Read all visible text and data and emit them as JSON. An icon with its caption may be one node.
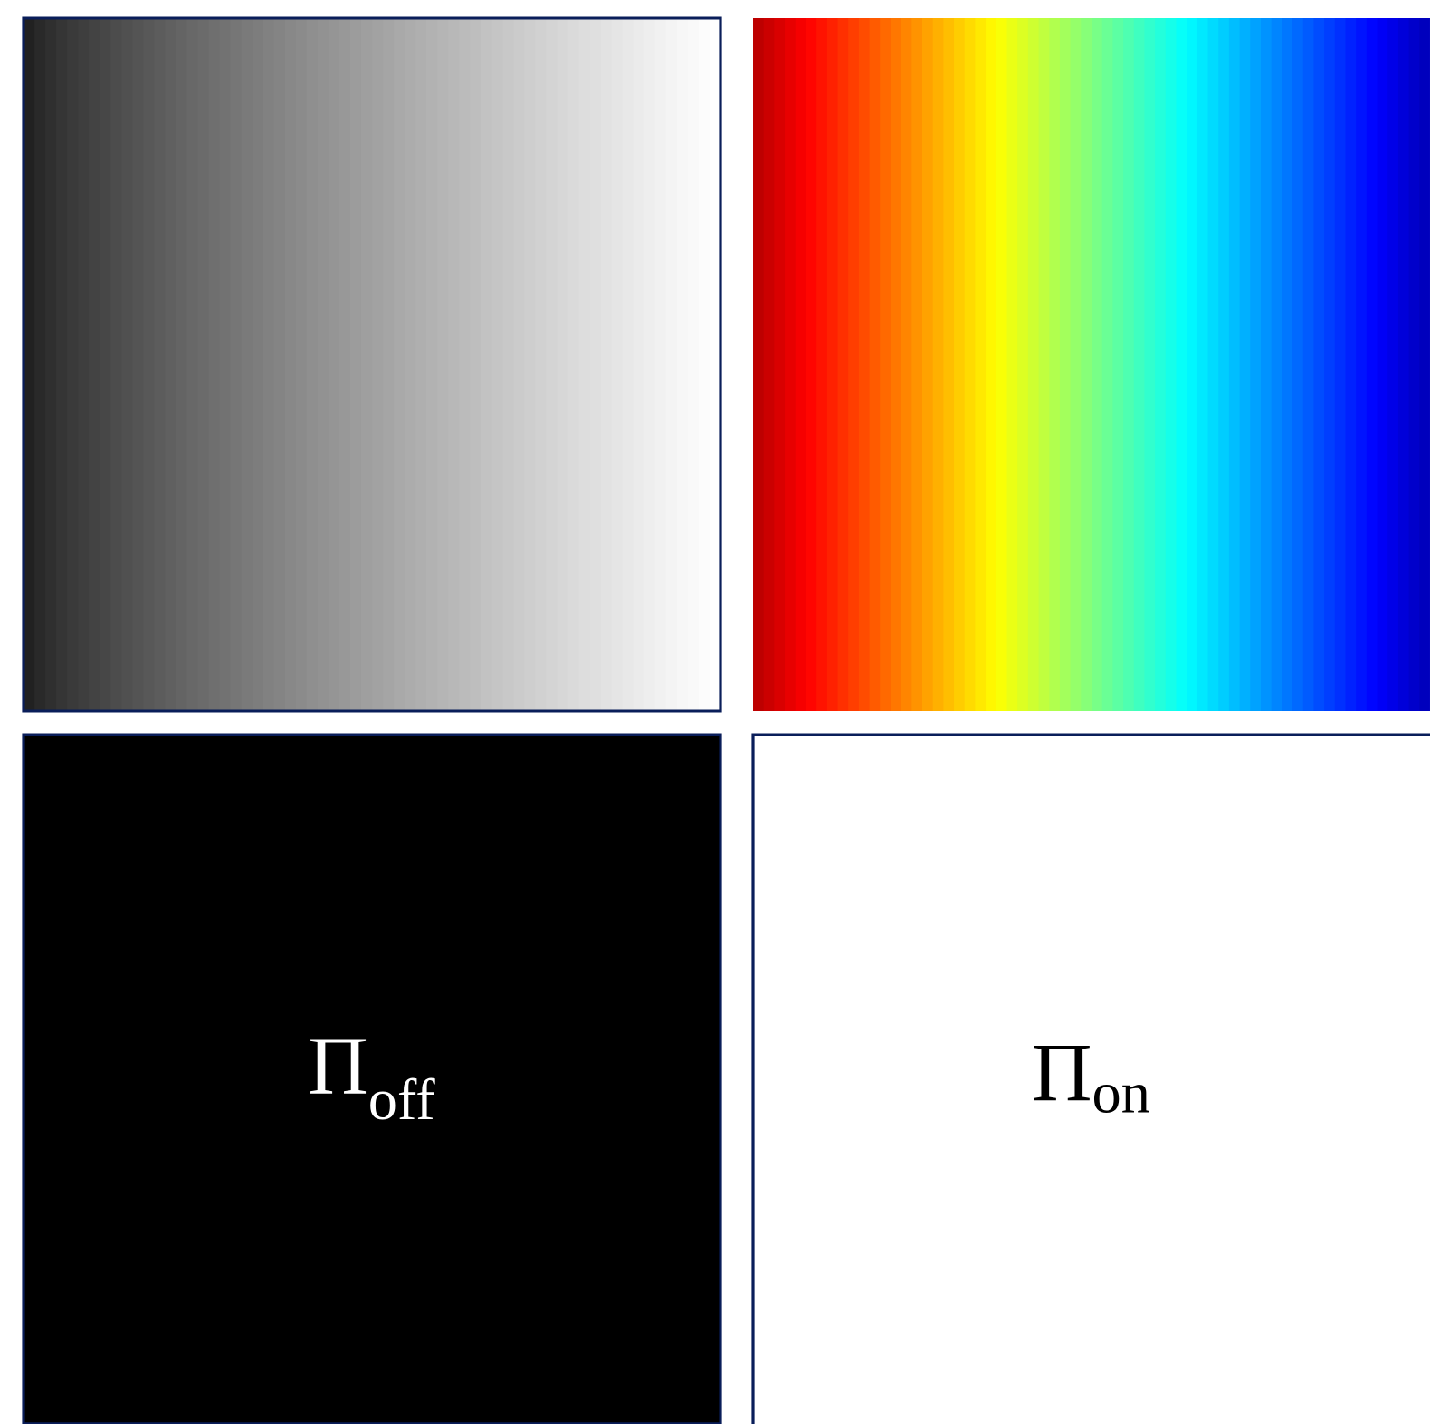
{
  "diagram": {
    "nodes": [
      {
        "text": [],
        "shape": "box"
      },
      {
        "text": [],
        "shape": "box"
      },
      {
        "text": [
          "Π$_{off}$"
        ]
      },
      {
        "text": [
          "Π$_{on}$"
        ]
      }
    ]
  }
}
